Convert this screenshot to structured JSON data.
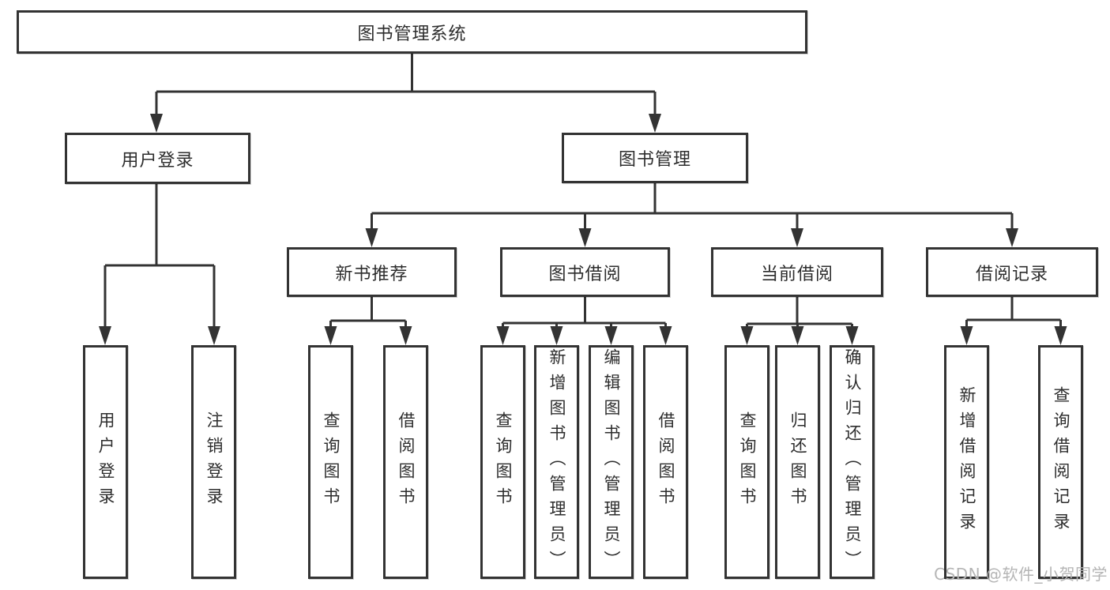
{
  "tree": {
    "root": {
      "label": "图书管理系统"
    },
    "level2": [
      {
        "label": "用户登录",
        "leaves": [
          {
            "label": "用户登录"
          },
          {
            "label": "注销登录"
          }
        ]
      },
      {
        "label": "图书管理",
        "groups": [
          {
            "label": "新书推荐",
            "leaves": [
              {
                "label": "查询图书"
              },
              {
                "label": "借阅图书"
              }
            ]
          },
          {
            "label": "图书借阅",
            "leaves": [
              {
                "label": "查询图书"
              },
              {
                "label": "新增图书（管理员）"
              },
              {
                "label": "编辑图书（管理员）"
              },
              {
                "label": "借阅图书"
              }
            ]
          },
          {
            "label": "当前借阅",
            "leaves": [
              {
                "label": "查询图书"
              },
              {
                "label": "归还图书"
              },
              {
                "label": "确认归还（管理员）"
              }
            ]
          },
          {
            "label": "借阅记录",
            "leaves": [
              {
                "label": "新增借阅记录"
              },
              {
                "label": "查询借阅记录"
              }
            ]
          }
        ]
      }
    ]
  },
  "watermark": {
    "text": "CSDN @软件_小贺同学"
  },
  "colors": {
    "line": "#333333",
    "box_border": "#333333",
    "box_fill": "#ffffff",
    "text": "#2d2d2d",
    "watermark": "#b5b5b5",
    "background": "#ffffff"
  }
}
